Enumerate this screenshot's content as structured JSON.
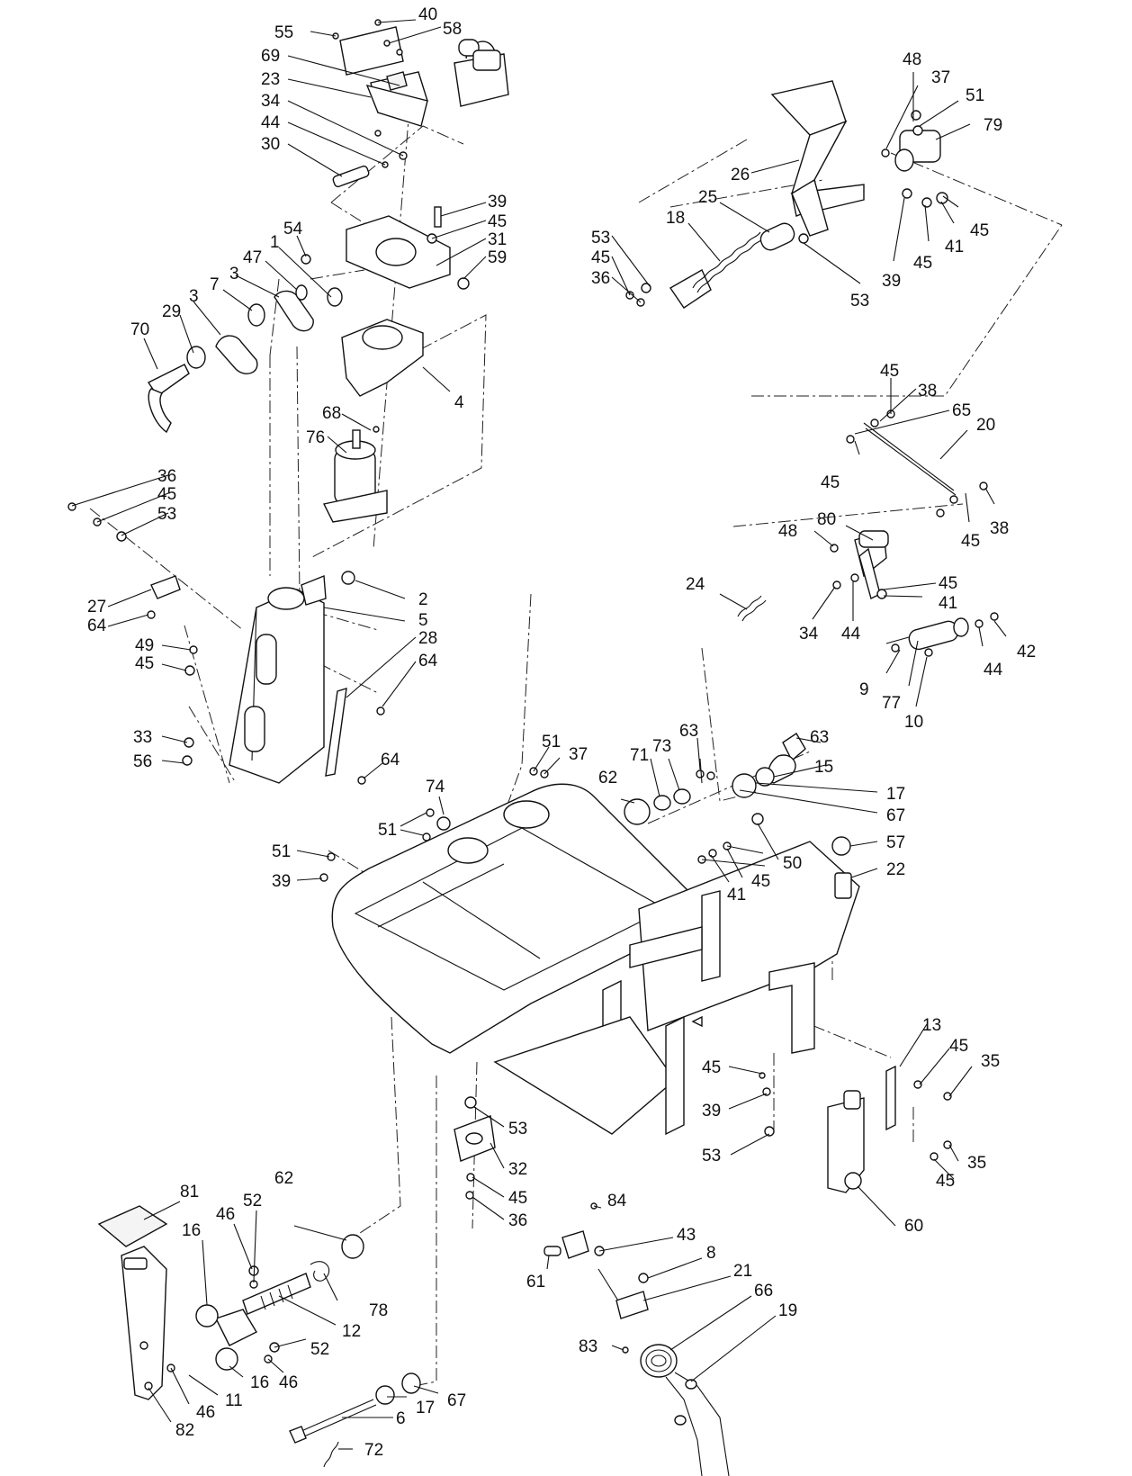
{
  "callouts": [
    {
      "id": "c55a",
      "text": "55"
    },
    {
      "id": "c40a",
      "text": "40"
    },
    {
      "id": "c58a",
      "text": "58"
    },
    {
      "id": "c69a",
      "text": "69"
    },
    {
      "id": "c23a",
      "text": "23"
    },
    {
      "id": "c34a",
      "text": "34"
    },
    {
      "id": "c44a",
      "text": "44"
    },
    {
      "id": "c30a",
      "text": "30"
    },
    {
      "id": "c39a",
      "text": "39"
    },
    {
      "id": "c45a",
      "text": "45"
    },
    {
      "id": "c31a",
      "text": "31"
    },
    {
      "id": "c59a",
      "text": "59"
    },
    {
      "id": "c54a",
      "text": "54"
    },
    {
      "id": "c1a",
      "text": "1"
    },
    {
      "id": "c47a",
      "text": "47"
    },
    {
      "id": "c3a",
      "text": "3"
    },
    {
      "id": "c7a",
      "text": "7"
    },
    {
      "id": "c3b",
      "text": "3"
    },
    {
      "id": "c29a",
      "text": "29"
    },
    {
      "id": "c70a",
      "text": "70"
    },
    {
      "id": "c4a",
      "text": "4"
    },
    {
      "id": "c68a",
      "text": "68"
    },
    {
      "id": "c76a",
      "text": "76"
    },
    {
      "id": "c36a",
      "text": "36"
    },
    {
      "id": "c45b",
      "text": "45"
    },
    {
      "id": "c53a",
      "text": "53"
    },
    {
      "id": "c2a",
      "text": "2"
    },
    {
      "id": "c27a",
      "text": "27"
    },
    {
      "id": "c64a",
      "text": "64"
    },
    {
      "id": "c5a",
      "text": "5"
    },
    {
      "id": "c28a",
      "text": "28"
    },
    {
      "id": "c64b",
      "text": "64"
    },
    {
      "id": "c49a",
      "text": "49"
    },
    {
      "id": "c45c",
      "text": "45"
    },
    {
      "id": "c33a",
      "text": "33"
    },
    {
      "id": "c56a",
      "text": "56"
    },
    {
      "id": "c64c",
      "text": "64"
    },
    {
      "id": "c48a",
      "text": "48"
    },
    {
      "id": "c37a",
      "text": "37"
    },
    {
      "id": "c51a",
      "text": "51"
    },
    {
      "id": "c79a",
      "text": "79"
    },
    {
      "id": "c26a",
      "text": "26"
    },
    {
      "id": "c25a",
      "text": "25"
    },
    {
      "id": "c18a",
      "text": "18"
    },
    {
      "id": "c53b",
      "text": "53"
    },
    {
      "id": "c45d",
      "text": "45"
    },
    {
      "id": "c36b",
      "text": "36"
    },
    {
      "id": "c53c",
      "text": "53"
    },
    {
      "id": "c39b",
      "text": "39"
    },
    {
      "id": "c45e",
      "text": "45"
    },
    {
      "id": "c41a",
      "text": "41"
    },
    {
      "id": "c45f",
      "text": "45"
    },
    {
      "id": "c45g",
      "text": "45"
    },
    {
      "id": "c38a",
      "text": "38"
    },
    {
      "id": "c65a",
      "text": "65"
    },
    {
      "id": "c20a",
      "text": "20"
    },
    {
      "id": "c45h",
      "text": "45"
    },
    {
      "id": "c80a",
      "text": "80"
    },
    {
      "id": "c48b",
      "text": "48"
    },
    {
      "id": "c45i",
      "text": "45"
    },
    {
      "id": "c38b",
      "text": "38"
    },
    {
      "id": "c24a",
      "text": "24"
    },
    {
      "id": "c45j",
      "text": "45"
    },
    {
      "id": "c41b",
      "text": "41"
    },
    {
      "id": "c34b",
      "text": "34"
    },
    {
      "id": "c44b",
      "text": "44"
    },
    {
      "id": "c42a",
      "text": "42"
    },
    {
      "id": "c44c",
      "text": "44"
    },
    {
      "id": "c9a",
      "text": "9"
    },
    {
      "id": "c77a",
      "text": "77"
    },
    {
      "id": "c10a",
      "text": "10"
    },
    {
      "id": "c63a",
      "text": "63"
    },
    {
      "id": "c51b",
      "text": "51"
    },
    {
      "id": "c37b",
      "text": "37"
    },
    {
      "id": "c62a",
      "text": "62"
    },
    {
      "id": "c71a",
      "text": "71"
    },
    {
      "id": "c73a",
      "text": "73"
    },
    {
      "id": "c63b",
      "text": "63"
    },
    {
      "id": "c15a",
      "text": "15"
    },
    {
      "id": "c17a",
      "text": "17"
    },
    {
      "id": "c67a",
      "text": "67"
    },
    {
      "id": "c74a",
      "text": "74"
    },
    {
      "id": "c51c",
      "text": "51"
    },
    {
      "id": "c51d",
      "text": "51"
    },
    {
      "id": "c39c",
      "text": "39"
    },
    {
      "id": "c50a",
      "text": "50"
    },
    {
      "id": "c45k",
      "text": "45"
    },
    {
      "id": "c41c",
      "text": "41"
    },
    {
      "id": "c57a",
      "text": "57"
    },
    {
      "id": "c22a",
      "text": "22"
    },
    {
      "id": "c13a",
      "text": "13"
    },
    {
      "id": "c45l",
      "text": "45"
    },
    {
      "id": "c35a",
      "text": "35"
    },
    {
      "id": "c45m",
      "text": "45"
    },
    {
      "id": "c39d",
      "text": "39"
    },
    {
      "id": "c53d",
      "text": "53"
    },
    {
      "id": "c53e",
      "text": "53"
    },
    {
      "id": "c32a",
      "text": "32"
    },
    {
      "id": "c45n",
      "text": "45"
    },
    {
      "id": "c36c",
      "text": "36"
    },
    {
      "id": "c35b",
      "text": "35"
    },
    {
      "id": "c45o",
      "text": "45"
    },
    {
      "id": "c60a",
      "text": "60"
    },
    {
      "id": "c81a",
      "text": "81"
    },
    {
      "id": "c46a",
      "text": "46"
    },
    {
      "id": "c52a",
      "text": "52"
    },
    {
      "id": "c62b",
      "text": "62"
    },
    {
      "id": "c16a",
      "text": "16"
    },
    {
      "id": "c78a",
      "text": "78"
    },
    {
      "id": "c12a",
      "text": "12"
    },
    {
      "id": "c52b",
      "text": "52"
    },
    {
      "id": "c46b",
      "text": "46"
    },
    {
      "id": "c16b",
      "text": "16"
    },
    {
      "id": "c11a",
      "text": "11"
    },
    {
      "id": "c46c",
      "text": "46"
    },
    {
      "id": "c82a",
      "text": "82"
    },
    {
      "id": "c84a",
      "text": "84"
    },
    {
      "id": "c43a",
      "text": "43"
    },
    {
      "id": "c8a",
      "text": "8"
    },
    {
      "id": "c21a",
      "text": "21"
    },
    {
      "id": "c66a",
      "text": "66"
    },
    {
      "id": "c19a",
      "text": "19"
    },
    {
      "id": "c61a",
      "text": "61"
    },
    {
      "id": "c83a",
      "text": "83"
    },
    {
      "id": "c17b",
      "text": "17"
    },
    {
      "id": "c67b",
      "text": "67"
    },
    {
      "id": "c6a",
      "text": "6"
    },
    {
      "id": "c72a",
      "text": "72"
    }
  ]
}
